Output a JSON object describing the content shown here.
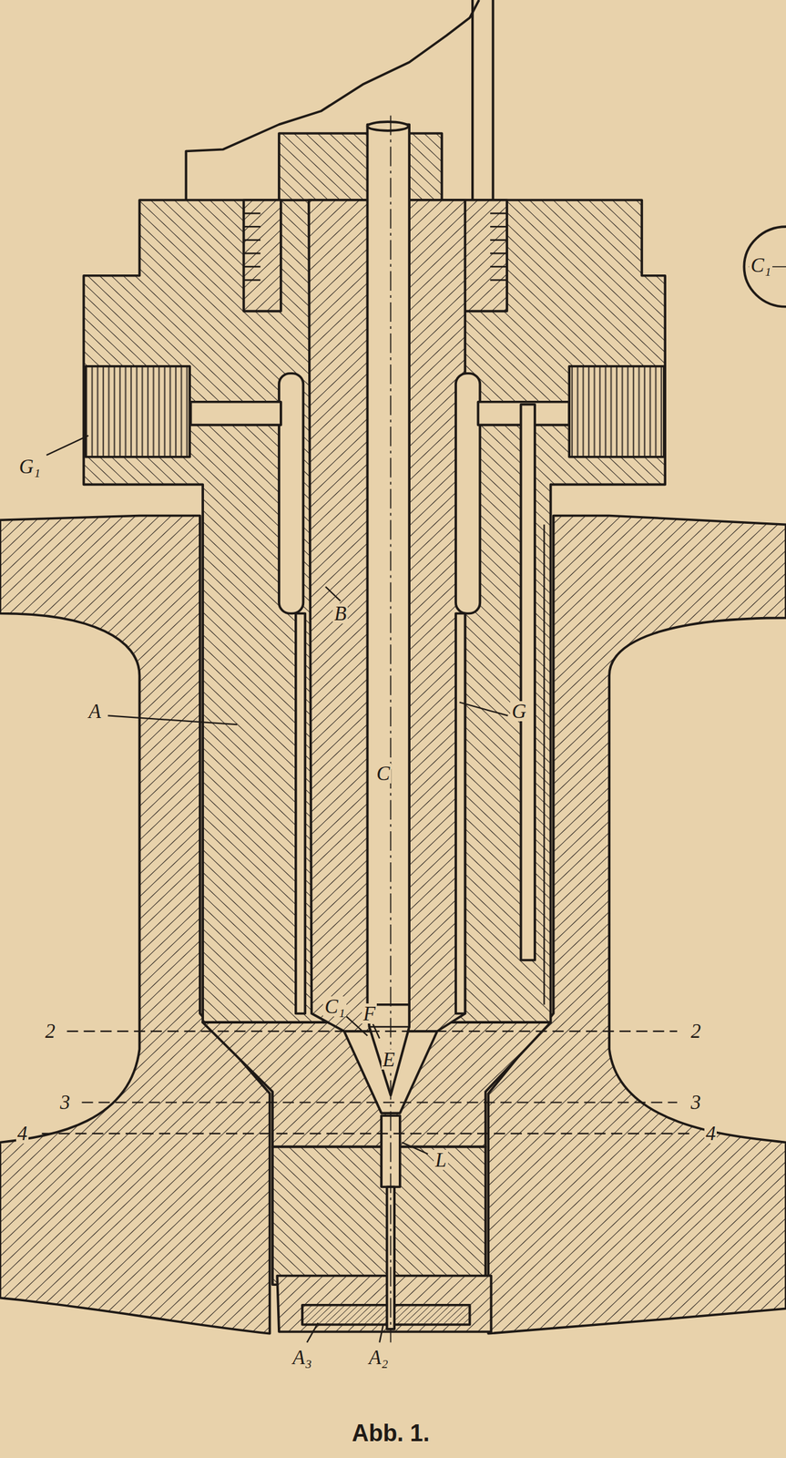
{
  "diagram": {
    "caption": "Abb. 1.",
    "labels": [
      "G₁",
      "A",
      "B",
      "C",
      "G",
      "C₁",
      "F",
      "E",
      "L",
      "A₃",
      "A₂",
      "2",
      "2",
      "3",
      "3",
      "4",
      "4",
      "C₁"
    ]
  }
}
